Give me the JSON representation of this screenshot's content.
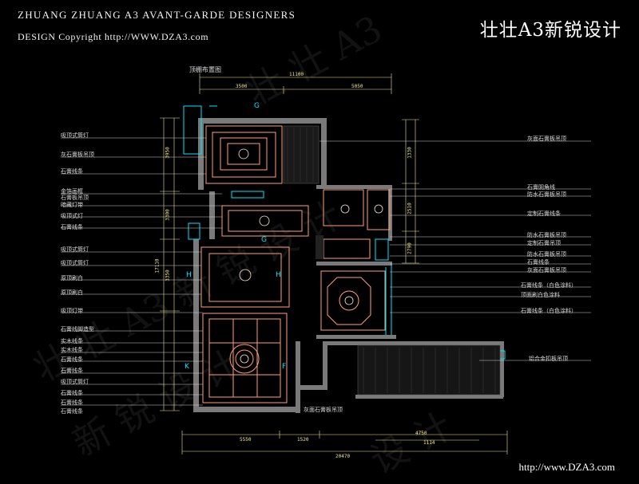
{
  "header": {
    "line1": "ZHUANG ZHUANG A3 AVANT-GARDE DESIGNERS",
    "line2": "DESIGN  Copyright http://WWW.DZA3.com",
    "brand": "壮壮A3新锐设计"
  },
  "footer": {
    "url": "http://www.DZA3.com"
  },
  "plan": {
    "title": "顶棚布置图",
    "labels_left": [
      "吸顶式筒灯",
      "灰石膏板吊顶",
      "石膏线条",
      "金箔画框",
      "石膏板吊顶",
      "暗藏灯带",
      "吸顶式灯",
      "石膏线条",
      "吸顶式筒灯",
      "吸顶式筒灯",
      "原顶刷白",
      "原顶刷白",
      "吸顶灯带",
      "石膏线脚造型",
      "实木线条",
      "实木线条",
      "石膏线条",
      "石膏线条",
      "吸顶式筒灯",
      "石膏线条",
      "石膏线条",
      "石膏线条"
    ],
    "labels_right": [
      "灰面石膏板吊顶",
      "石膏阴角线",
      "防水石膏板吊顶",
      "定制石膏线条",
      "防水石膏板吊顶",
      "定制石膏吊顶",
      "防水石膏板吊顶",
      "石膏线条",
      "灰面石膏板吊顶",
      "石膏线条（白色涂料）",
      "顶面刷白色涂料",
      "石膏线条（白色涂料）",
      "铝合金扣板吊顶"
    ],
    "label_bottom": "灰面石膏板吊顶",
    "dims_top": [
      "11100",
      "3500",
      "5050"
    ],
    "dims_bottom": [
      "5550",
      "1520",
      "4750",
      "1114",
      "20470"
    ],
    "dims_left": [
      "3950",
      "3300",
      "17110",
      "3350"
    ],
    "dims_right": [
      "1330",
      "2510",
      "2790"
    ],
    "room_marks": [
      "G",
      "G",
      "H",
      "H",
      "K",
      "F"
    ],
    "colors": {
      "wall": "#8c8c8c",
      "ceiling_line": "#ff9e7a",
      "accent": "#00e5ff",
      "dimension": "#f0e68c",
      "leader": "#dcdcdc"
    }
  }
}
